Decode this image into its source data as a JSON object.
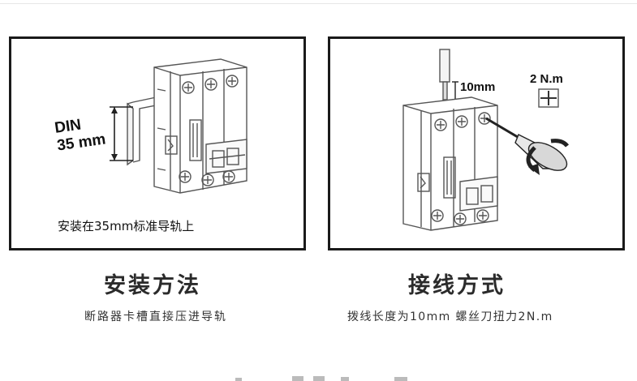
{
  "left_panel": {
    "din_label_line1": "DIN",
    "din_label_line2": "35 mm",
    "caption": "安装在35mm标准导轨上"
  },
  "right_panel": {
    "strip_length": "10mm",
    "torque": "2 N.m"
  },
  "left_section": {
    "title": "安装方法",
    "subtitle": "断路器卡槽直接压进导轨"
  },
  "right_section": {
    "title": "接线方式",
    "subtitle": "拨线长度为10mm 螺丝刀扭力2N.m"
  },
  "colors": {
    "border": "#1a1a1a",
    "title": "#2b2b2b",
    "line_art": "#555555"
  }
}
